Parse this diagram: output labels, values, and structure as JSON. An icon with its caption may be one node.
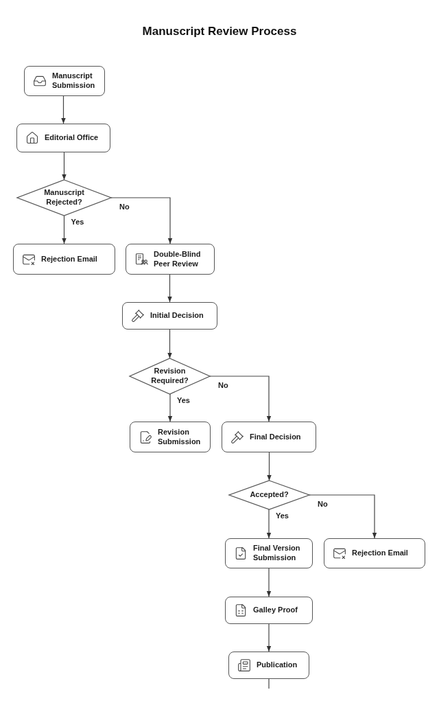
{
  "diagram": {
    "title": "Manuscript Review Process",
    "nodes": [
      {
        "text": [
          "Manuscript Submission"
        ]
      },
      {
        "text": [
          "Editorial Office"
        ]
      },
      {
        "text": [
          "Manuscript Rejected?"
        ]
      },
      {
        "text": [
          "Rejection Email"
        ]
      },
      {
        "text": [
          "Double-Blind Peer Review"
        ]
      },
      {
        "text": [
          "Initial Decision"
        ]
      },
      {
        "text": [
          "Revision Required?"
        ]
      },
      {
        "text": [
          "Revision Submission"
        ]
      },
      {
        "text": [
          "Final Decision"
        ]
      },
      {
        "text": [
          "Accepted?"
        ]
      },
      {
        "text": [
          "Final Version Submission"
        ]
      },
      {
        "text": [
          "Rejection Email"
        ]
      },
      {
        "text": [
          "Galley Proof"
        ]
      },
      {
        "text": [
          "Publication"
        ]
      }
    ],
    "edges": [
      {
        "from": 0,
        "to": 1,
        "arrow": "to"
      },
      {
        "from": 1,
        "to": 2,
        "arrow": "to"
      },
      {
        "from": 2,
        "to": 3,
        "arrow": "to",
        "label": "Yes"
      },
      {
        "from": 2,
        "to": 4,
        "arrow": "to",
        "label": "No"
      },
      {
        "from": 4,
        "to": 5,
        "arrow": "to"
      },
      {
        "from": 5,
        "to": 6,
        "arrow": "to"
      },
      {
        "from": 6,
        "to": 7,
        "arrow": "to",
        "label": "Yes"
      },
      {
        "from": 6,
        "to": 8,
        "arrow": "to",
        "label": "No"
      },
      {
        "from": 8,
        "to": 9,
        "arrow": "to"
      },
      {
        "from": 9,
        "to": 10,
        "arrow": "to",
        "label": "Yes"
      },
      {
        "from": 9,
        "to": 11,
        "arrow": "to",
        "label": "No"
      },
      {
        "from": 10,
        "to": 12,
        "arrow": "to"
      },
      {
        "from": 12,
        "to": 13,
        "arrow": "to"
      },
      {
        "from": 13,
        "to": null,
        "arrow": "none"
      }
    ]
  }
}
